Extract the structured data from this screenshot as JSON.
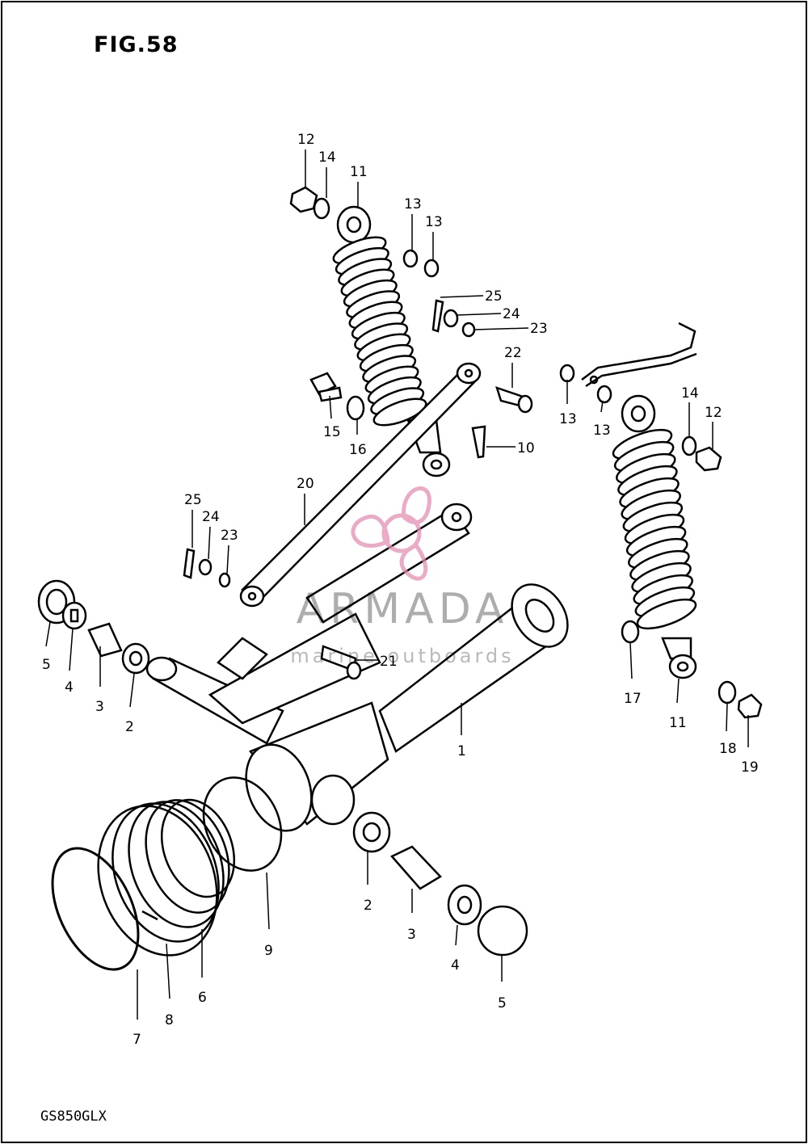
{
  "figure": {
    "title": "FIG.58",
    "model": "GS850GLX"
  },
  "watermark": {
    "brand": "ARMADA",
    "tagline": "marine outboards",
    "color": "#e58fb5"
  },
  "callouts": [
    {
      "key": "c12a",
      "label": "12"
    },
    {
      "key": "c14a",
      "label": "14"
    },
    {
      "key": "c11a",
      "label": "11"
    },
    {
      "key": "c13a",
      "label": "13"
    },
    {
      "key": "c13b",
      "label": "13"
    },
    {
      "key": "c25a",
      "label": "25"
    },
    {
      "key": "c24a",
      "label": "24"
    },
    {
      "key": "c23a",
      "label": "23"
    },
    {
      "key": "c22",
      "label": "22"
    },
    {
      "key": "c13c",
      "label": "13"
    },
    {
      "key": "c13d",
      "label": "13"
    },
    {
      "key": "c14b",
      "label": "14"
    },
    {
      "key": "c12b",
      "label": "12"
    },
    {
      "key": "c15",
      "label": "15"
    },
    {
      "key": "c16",
      "label": "16"
    },
    {
      "key": "c10",
      "label": "10"
    },
    {
      "key": "c20a",
      "label": "20"
    },
    {
      "key": "c25b",
      "label": "25"
    },
    {
      "key": "c24b",
      "label": "24"
    },
    {
      "key": "c23b",
      "label": "23"
    },
    {
      "key": "c21",
      "label": "21"
    },
    {
      "key": "c5a",
      "label": "5"
    },
    {
      "key": "c4a",
      "label": "4"
    },
    {
      "key": "c3a",
      "label": "3"
    },
    {
      "key": "c2a",
      "label": "2"
    },
    {
      "key": "c1",
      "label": "1"
    },
    {
      "key": "c17",
      "label": "17"
    },
    {
      "key": "c11b",
      "label": "11"
    },
    {
      "key": "c18",
      "label": "18"
    },
    {
      "key": "c19",
      "label": "19"
    },
    {
      "key": "c9",
      "label": "9"
    },
    {
      "key": "c2b",
      "label": "2"
    },
    {
      "key": "c3b",
      "label": "3"
    },
    {
      "key": "c4b",
      "label": "4"
    },
    {
      "key": "c5b",
      "label": "5"
    },
    {
      "key": "c6",
      "label": "6"
    },
    {
      "key": "c8",
      "label": "8"
    },
    {
      "key": "c7",
      "label": "7"
    }
  ]
}
